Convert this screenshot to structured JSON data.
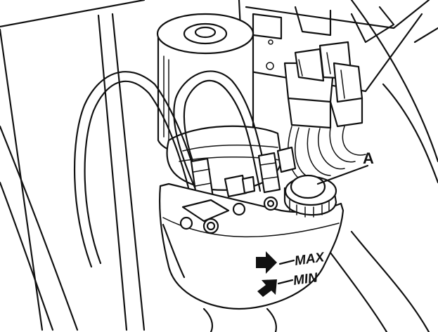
{
  "callouts": {
    "cap_label": "A"
  },
  "reservoir_markings": {
    "max_label": "MAX",
    "min_label": "MIN"
  },
  "icons": {
    "max_arrow": "arrow-right-icon",
    "min_arrow": "arrow-up-right-icon"
  }
}
